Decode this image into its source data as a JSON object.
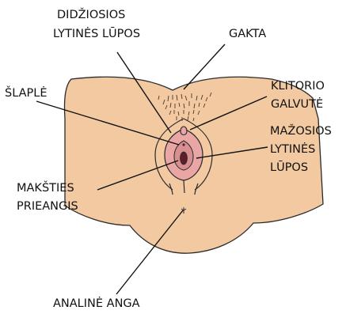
{
  "colors": {
    "skin": "#f2c9a1",
    "inner_pink": "#e9a6a4",
    "opening": "#5b1f27",
    "outline": "#2a2a2a",
    "label_text": "#111111"
  },
  "labels": {
    "labia_majora": [
      "DIDŽIOSIOS",
      "LYTINĖS LŪPOS"
    ],
    "pubic_mound": [
      "GAKTA"
    ],
    "urethra": [
      "ŠLAPLĖ"
    ],
    "clitoris_glans": [
      "KLITORIO",
      "GALVUTĖ"
    ],
    "labia_minora": [
      "MAŽOSIOS",
      "LYTINĖS",
      "LŪPOS"
    ],
    "vestibule": [
      "MAKŠTIES",
      "PRIEANGIS"
    ],
    "anus": [
      "ANALINĖ ANGA"
    ]
  }
}
